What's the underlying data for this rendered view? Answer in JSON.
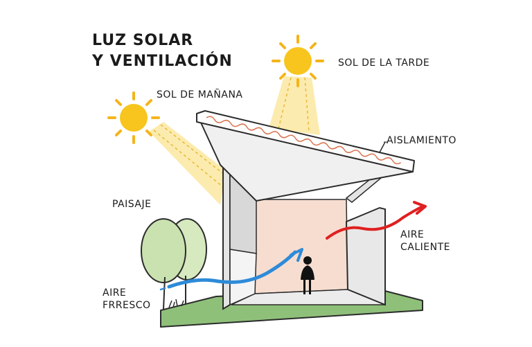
{
  "title": {
    "line1": "LUZ SOLAR",
    "line2": "Y VENTILACIÓN"
  },
  "labels": {
    "sol_manana": "SOL DE MAÑANA",
    "sol_tarde": "SOL DE LA TARDE",
    "aislamiento": "AISLAMIENTO",
    "paisaje": "PAISAJE",
    "aire_caliente_1": "AIRE",
    "aire_caliente_2": "CALIENTE",
    "aire_fresco_1": "AIRE",
    "aire_fresco_2": "FRRESCO"
  },
  "colors": {
    "sun": "#f7c51e",
    "sun_ray": "#f4b41a",
    "light_beam": "#fbe7a0",
    "cool_air": "#2e8bd8",
    "warm_air": "#e02020",
    "floor_interior": "#f6ddd0",
    "ground": "#8fc07a",
    "tree": "#c9e2b0",
    "wall": "#e9e9e9",
    "insulation": "#d9734f"
  }
}
